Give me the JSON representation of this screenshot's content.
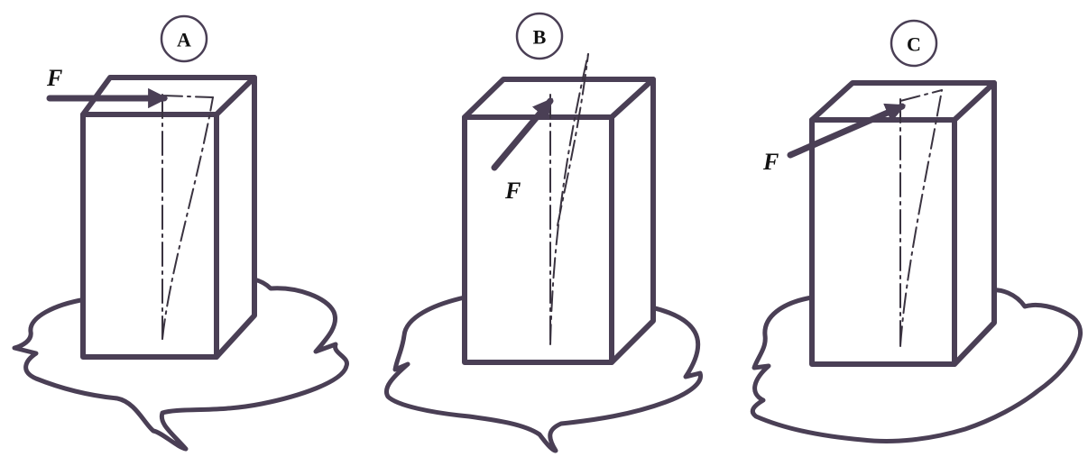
{
  "colors": {
    "line": "#4a3f55",
    "axis": "#3a3340",
    "background": "#ffffff"
  },
  "panels": [
    {
      "id": "A",
      "label": "A",
      "force_label": "F"
    },
    {
      "id": "B",
      "label": "B",
      "force_label": "F"
    },
    {
      "id": "C",
      "label": "C",
      "force_label": "F"
    }
  ]
}
